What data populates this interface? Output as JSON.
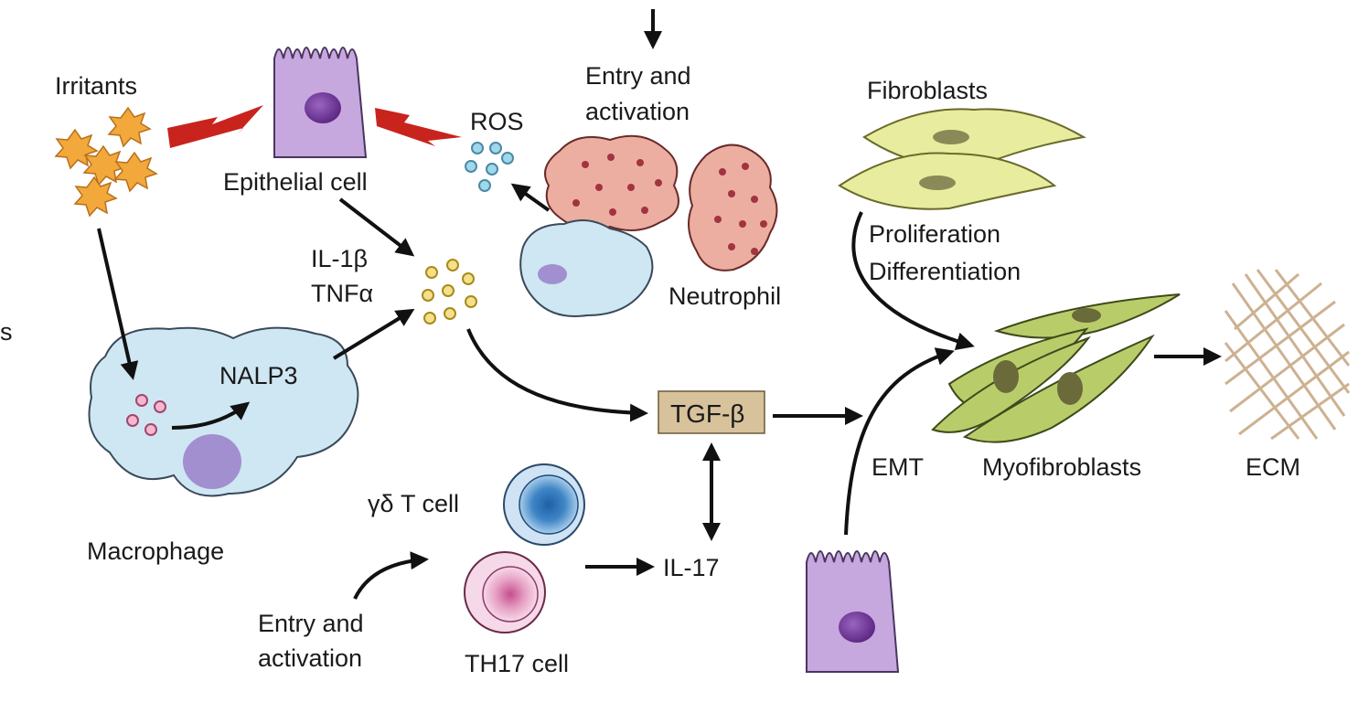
{
  "labels": {
    "irritants": "Irritants",
    "epithelial_cell": "Epithelial cell",
    "ros": "ROS",
    "entry_top_line1": "Entry and",
    "entry_top_line2": "activation",
    "fibroblasts": "Fibroblasts",
    "proliferation": "Proliferation",
    "differentiation": "Differentiation",
    "il1b": "IL-1β",
    "tnfa": "TNFα",
    "neutrophil": "Neutrophil",
    "nalp3": "NALP3",
    "macrophage": "Macrophage",
    "tgf_beta": "TGF-β",
    "emt": "EMT",
    "myofibroblasts": "Myofibroblasts",
    "ecm": "ECM",
    "gd_t_cell": "γδ T cell",
    "il17": "IL-17",
    "entry_bottom_line1": "Entry and",
    "entry_bottom_line2": "activation",
    "th17_cell": "TH17 cell",
    "left_edge_fragment": "s"
  },
  "colors": {
    "irritant": "#f2a83a",
    "epithelial": "#c7a8de",
    "nucleus_purple": "#7b3fa0",
    "lightning": "#c9231e",
    "ros_dot": "#9fd8ea",
    "cytokine_dot": "#f5e08a",
    "neutrophil": "#ecaea0",
    "neutrophil_granule": "#a33340",
    "macrophage": "#cfe6f3",
    "fibroblast": "#e8ec9e",
    "myofibroblast": "#b9cc6a",
    "ecm": "#c8a986",
    "tgf_box": "#d7c29c",
    "gd_cell": "#3f86c6",
    "th17_cell": "#e9a9c9"
  }
}
